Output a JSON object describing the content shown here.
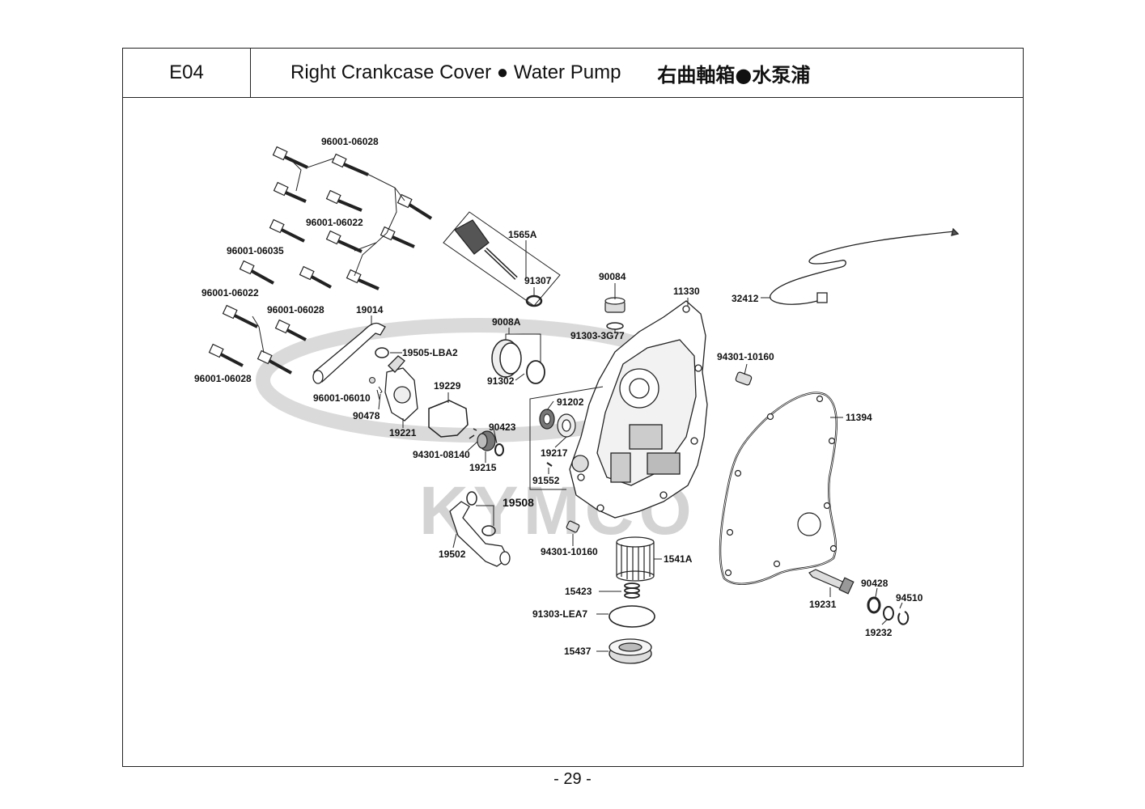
{
  "header": {
    "code": "E04",
    "title_en": "Right Crankcase Cover ● Water Pump",
    "title_zh": "右曲軸箱●水泵浦"
  },
  "watermark": "KYMCO",
  "parts": {
    "p96001_06028_a": "96001-06028",
    "p96001_06022_a": "96001-06022",
    "p96001_06035": "96001-06035",
    "p96001_06022_b": "96001-06022",
    "p96001_06028_b": "96001-06028",
    "p96001_06028_c": "96001-06028",
    "p1565A": "1565A",
    "p91307": "91307",
    "p90084": "90084",
    "p11330": "11330",
    "p32412": "32412",
    "p19014": "19014",
    "p9008A": "9008A",
    "p91303_3G77": "91303-3G77",
    "p94301_10160_a": "94301-10160",
    "p19505_LBA2": "19505-LBA2",
    "p91302": "91302",
    "p19229": "19229",
    "p96001_06010": "96001-06010",
    "p91202": "91202",
    "p90478": "90478",
    "p11394": "11394",
    "p19221": "19221",
    "p90423": "90423",
    "p19217": "19217",
    "p94301_08140": "94301-08140",
    "p19215": "19215",
    "p91552": "91552",
    "p19508": "19508",
    "p94301_10160_b": "94301-10160",
    "p1541A": "1541A",
    "p19502": "19502",
    "p90428": "90428",
    "p94510": "94510",
    "p15423": "15423",
    "p19231": "19231",
    "p19232": "19232",
    "p91303_LEA7": "91303-LEA7",
    "p15437": "15437"
  },
  "page_number": "- 29 -"
}
